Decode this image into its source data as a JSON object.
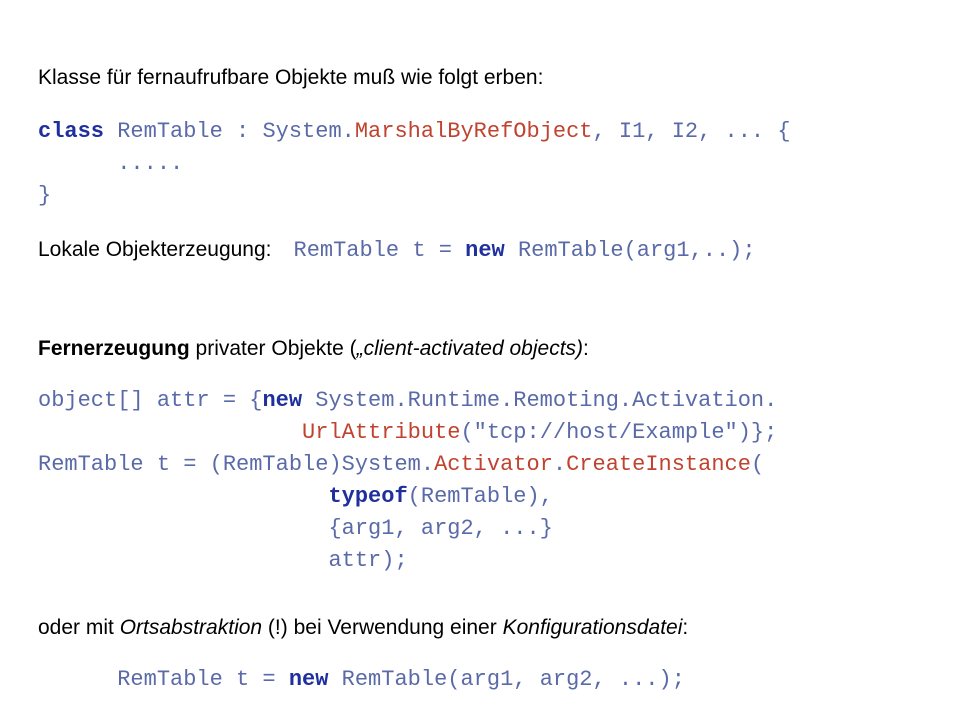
{
  "s1": {
    "heading": "Klasse für fernaufrufbare Objekte muß wie folgt erben:",
    "code": [
      [
        "class",
        " RemTable : System.",
        "MarshalByRefObject",
        ", I1, I2, ... {"
      ],
      [
        "      ....."
      ],
      [
        "}"
      ]
    ]
  },
  "s2": {
    "label": "Lokale Objekterzeugung:",
    "code": [
      "RemTable t = ",
      "new",
      " RemTable(arg1,..);"
    ]
  },
  "s3": {
    "heading_bold": "Fernerzeugung",
    "heading_rest": " privater Objekte (",
    "heading_italic": "„client-activated objects)",
    "heading_end": ":",
    "code": {
      "l1": [
        "object[] attr = {",
        "new",
        " System.Runtime.Remoting.Activation."
      ],
      "l2": [
        "                    ",
        "UrlAttribute",
        "(\"tcp://host/Example\")};"
      ],
      "l3": [
        "RemTable t = (RemTable)System.",
        "Activator",
        ".",
        "CreateInstance",
        "("
      ],
      "l4": [
        "                      ",
        "typeof",
        "(RemTable),"
      ],
      "l5": [
        "                      {arg1, arg2, ...}"
      ],
      "l6": [
        "                      attr);"
      ]
    }
  },
  "s4": {
    "heading_a": "oder mit ",
    "heading_b": "Ortsabstraktion",
    "heading_c": " (!) bei Verwendung einer ",
    "heading_d": "Konfigurationsdatei",
    "heading_e": ":",
    "code": [
      "      RemTable t = ",
      "new",
      " RemTable(arg1, arg2, ...);"
    ]
  }
}
